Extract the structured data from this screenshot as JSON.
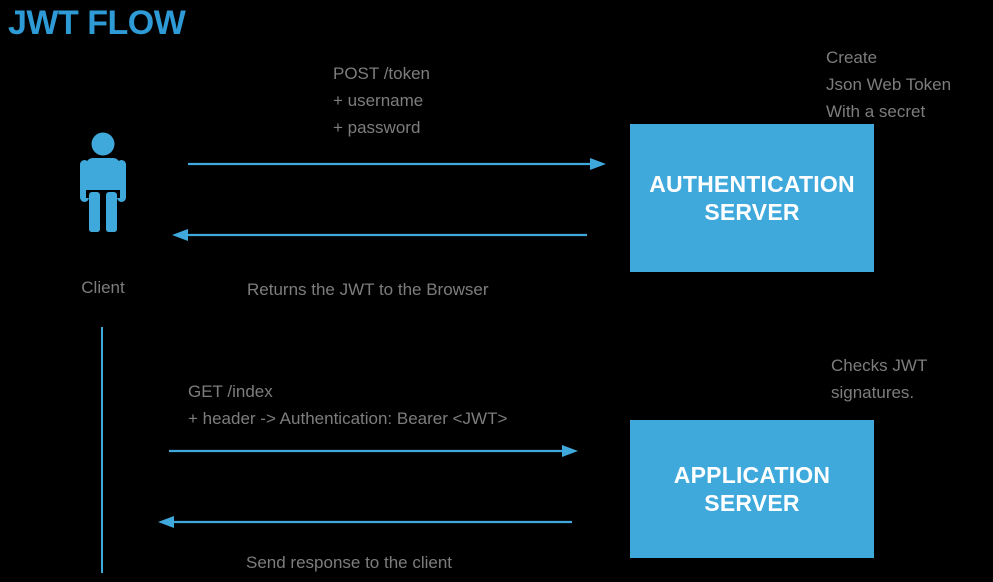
{
  "page": {
    "title": "JWT FLOW",
    "background_color": "#000000",
    "accent_color": "#3fa9dc",
    "title_color": "#2e9bd6",
    "note_color": "#7d7d7d",
    "box_text_color": "#ffffff"
  },
  "actors": {
    "client": {
      "label": "Client",
      "icon": "person-icon"
    },
    "auth_server": {
      "label": "AUTHENTICATION\nSERVER"
    },
    "app_server": {
      "label": "APPLICATION\nSERVER"
    }
  },
  "notes": {
    "request_token": "POST /token\n+ username\n+ password",
    "create_token": "Create\nJson Web Token\nWith a secret",
    "returns_jwt": "Returns the JWT to the Browser",
    "get_index": "GET /index\n+ header -> Authentication: Bearer <JWT>",
    "checks_jwt": "Checks JWT\nsignatures.",
    "send_response": "Send response to the client"
  },
  "flows": [
    {
      "id": "token-request",
      "direction": "right",
      "from": "Client",
      "to": "AUTHENTICATION SERVER",
      "label": "POST /token + username + password"
    },
    {
      "id": "token-response",
      "direction": "left",
      "from": "AUTHENTICATION SERVER",
      "to": "Client",
      "label": "Returns the JWT to the Browser"
    },
    {
      "id": "index-request",
      "direction": "right",
      "from": "Client",
      "to": "APPLICATION SERVER",
      "label": "GET /index + header -> Authentication: Bearer <JWT>"
    },
    {
      "id": "index-response",
      "direction": "left",
      "from": "APPLICATION SERVER",
      "to": "Client",
      "label": "Send response to the client"
    }
  ]
}
